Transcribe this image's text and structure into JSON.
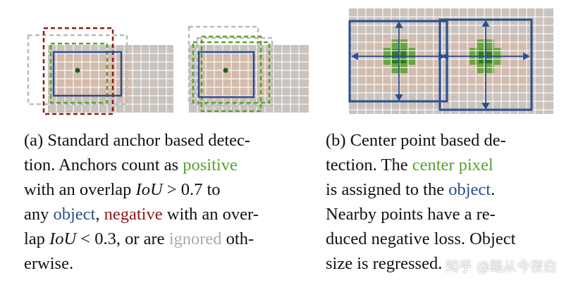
{
  "caption_a": {
    "line1": "(a) Standard anchor based detec-",
    "line2_pre": "tion.  Anchors count as ",
    "line2_pos": "positive",
    "line3_pre": "with an overlap ",
    "line3_iou": "IoU",
    "line3_post": " >  0.7 to",
    "line4_pre": "any ",
    "line4_obj": "object",
    "line4_mid": ", ",
    "line4_neg": "negative",
    "line4_post": " with an over-",
    "line5_pre": "lap ",
    "line5_iou": "IoU",
    "line5_mid": " < 0.3, or are ",
    "line5_ign": "ignored",
    "line5_post": " oth-",
    "line6": "erwise."
  },
  "caption_b": {
    "line1": "(b) Center point based de-",
    "line2_pre": "tection.   The ",
    "line2_cp": "center pixel",
    "line3_pre": "is assigned to the ",
    "line3_obj": "object",
    "line3_post": ".",
    "line4": "Nearby points have a re-",
    "line5": "duced negative loss. Object",
    "line6": "size is regressed."
  },
  "watermark": "知乎 @路从今夜白",
  "colors": {
    "positive": "#5aa02c",
    "object": "#2a4f8f",
    "negative": "#8b1a1a",
    "ignored": "#aaaaaa"
  }
}
